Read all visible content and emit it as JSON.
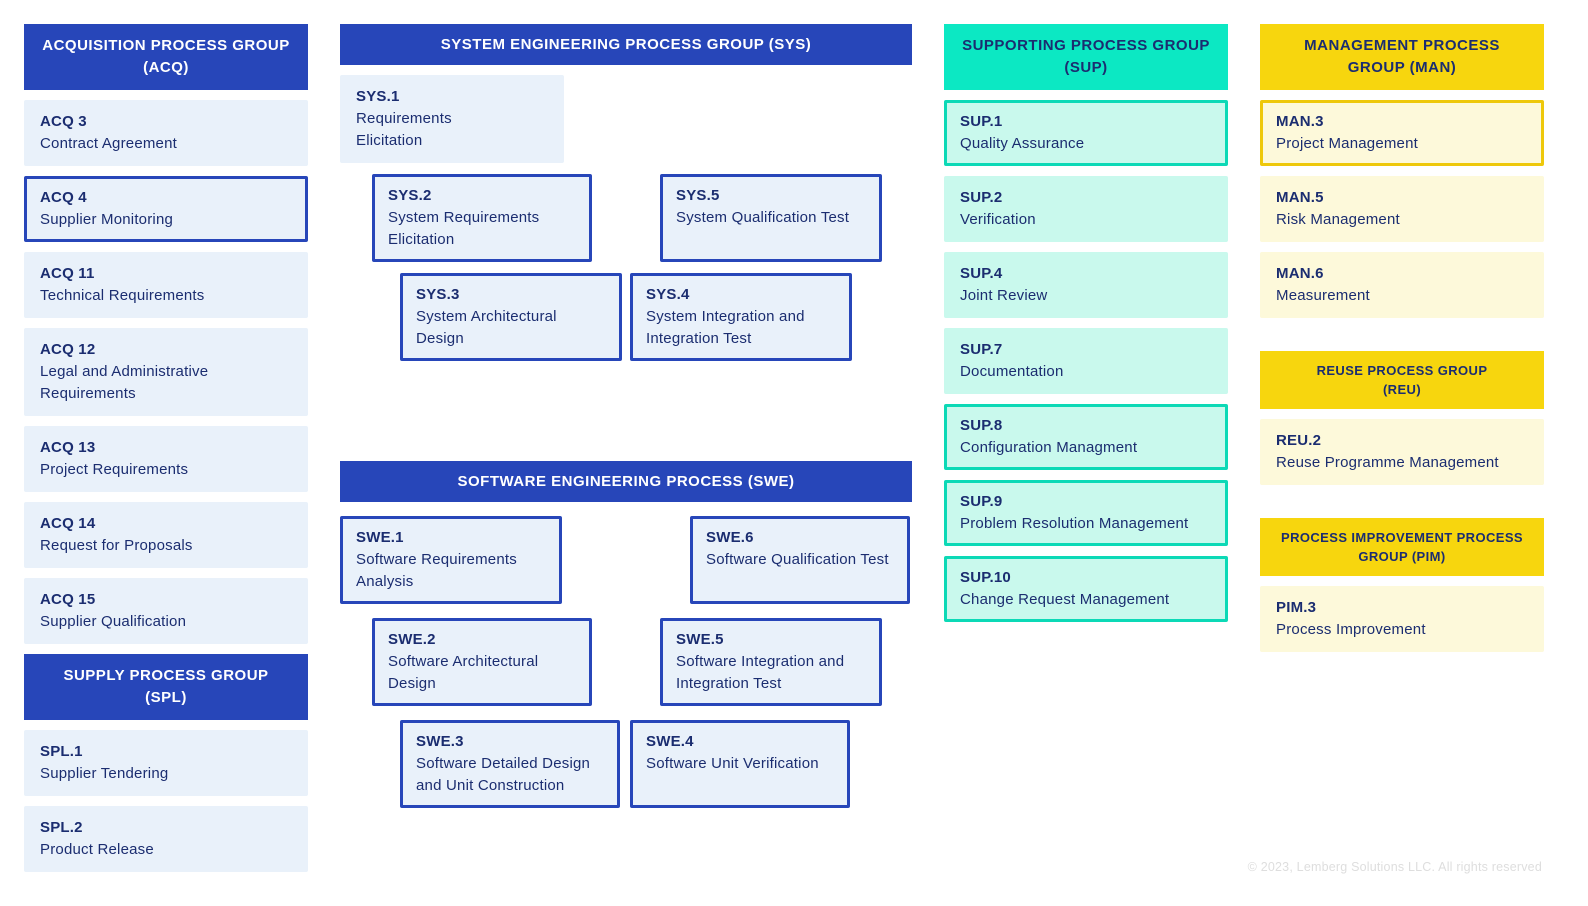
{
  "colors": {
    "blue": "#2746b9",
    "blue_light": "#e9f1fa",
    "navy": "#1b2d70",
    "teal": "#0ce8c3",
    "teal_light": "#c9f9ed",
    "teal_border": "#0cd9b6",
    "yellow": "#f7d60e",
    "yellow_light": "#fdf9da",
    "yellow_border": "#eec80a",
    "footer_gray": "#dedede"
  },
  "footer": "© 2023, Lemberg Solutions LLC. All rights reserved",
  "groups": {
    "acq": {
      "title": "ACQUISITION PROCESS GROUP\n(ACQ)",
      "items": [
        {
          "code": "ACQ 3",
          "label": "Contract Agreement"
        },
        {
          "code": "ACQ 4",
          "label": "Supplier Monitoring"
        },
        {
          "code": "ACQ 11",
          "label": "Technical Requirements"
        },
        {
          "code": "ACQ 12",
          "label": "Legal and Administrative Requirements"
        },
        {
          "code": "ACQ 13",
          "label": "Project Requirements"
        },
        {
          "code": "ACQ 14",
          "label": "Request for Proposals"
        },
        {
          "code": "ACQ 15",
          "label": "Supplier Qualification"
        }
      ]
    },
    "spl": {
      "title": "SUPPLY PROCESS GROUP\n(SPL)",
      "items": [
        {
          "code": "SPL.1",
          "label": "Supplier Tendering"
        },
        {
          "code": "SPL.2",
          "label": "Product Release"
        }
      ]
    },
    "sys": {
      "title": "SYSTEM ENGINEERING PROCESS GROUP (SYS)",
      "items": [
        {
          "code": "SYS.1",
          "label": "Requirements Elicitation"
        },
        {
          "code": "SYS.2",
          "label": "System Requirements Elicitation"
        },
        {
          "code": "SYS.5",
          "label": "System Qualification Test"
        },
        {
          "code": "SYS.3",
          "label": "System Architectural Design"
        },
        {
          "code": "SYS.4",
          "label": "System Integration and Integration Test"
        }
      ]
    },
    "swe": {
      "title": "SOFTWARE ENGINEERING PROCESS (SWE)",
      "items": [
        {
          "code": "SWE.1",
          "label": "Software Requirements Analysis"
        },
        {
          "code": "SWE.6",
          "label": "Software Qualification Test"
        },
        {
          "code": "SWE.2",
          "label": "Software Architectural Design"
        },
        {
          "code": "SWE.5",
          "label": "Software Integration and Integration Test"
        },
        {
          "code": "SWE.3",
          "label": "Software Detailed Design and Unit Construction"
        },
        {
          "code": "SWE.4",
          "label": "Software Unit Verification"
        }
      ]
    },
    "sup": {
      "title": "SUPPORTING PROCESS GROUP\n(SUP)",
      "items": [
        {
          "code": "SUP.1",
          "label": "Quality Assurance"
        },
        {
          "code": "SUP.2",
          "label": "Verification"
        },
        {
          "code": "SUP.4",
          "label": "Joint Review"
        },
        {
          "code": "SUP.7",
          "label": "Documentation"
        },
        {
          "code": "SUP.8",
          "label": "Configuration Managment"
        },
        {
          "code": "SUP.9",
          "label": "Problem Resolution Management"
        },
        {
          "code": "SUP.10",
          "label": "Change Request Management"
        }
      ]
    },
    "man": {
      "title": "MANAGEMENT PROCESS\nGROUP (MAN)",
      "items": [
        {
          "code": "MAN.3",
          "label": "Project Management"
        },
        {
          "code": "MAN.5",
          "label": "Risk Management"
        },
        {
          "code": "MAN.6",
          "label": "Measurement"
        }
      ]
    },
    "reu": {
      "title": "REUSE PROCESS GROUP\n(REU)",
      "items": [
        {
          "code": "REU.2",
          "label": "Reuse Programme Management"
        }
      ]
    },
    "pim": {
      "title": "PROCESS IMPROVEMENT PROCESS\nGROUP (PIM)",
      "items": [
        {
          "code": "PIM.3",
          "label": "Process Improvement"
        }
      ]
    }
  }
}
